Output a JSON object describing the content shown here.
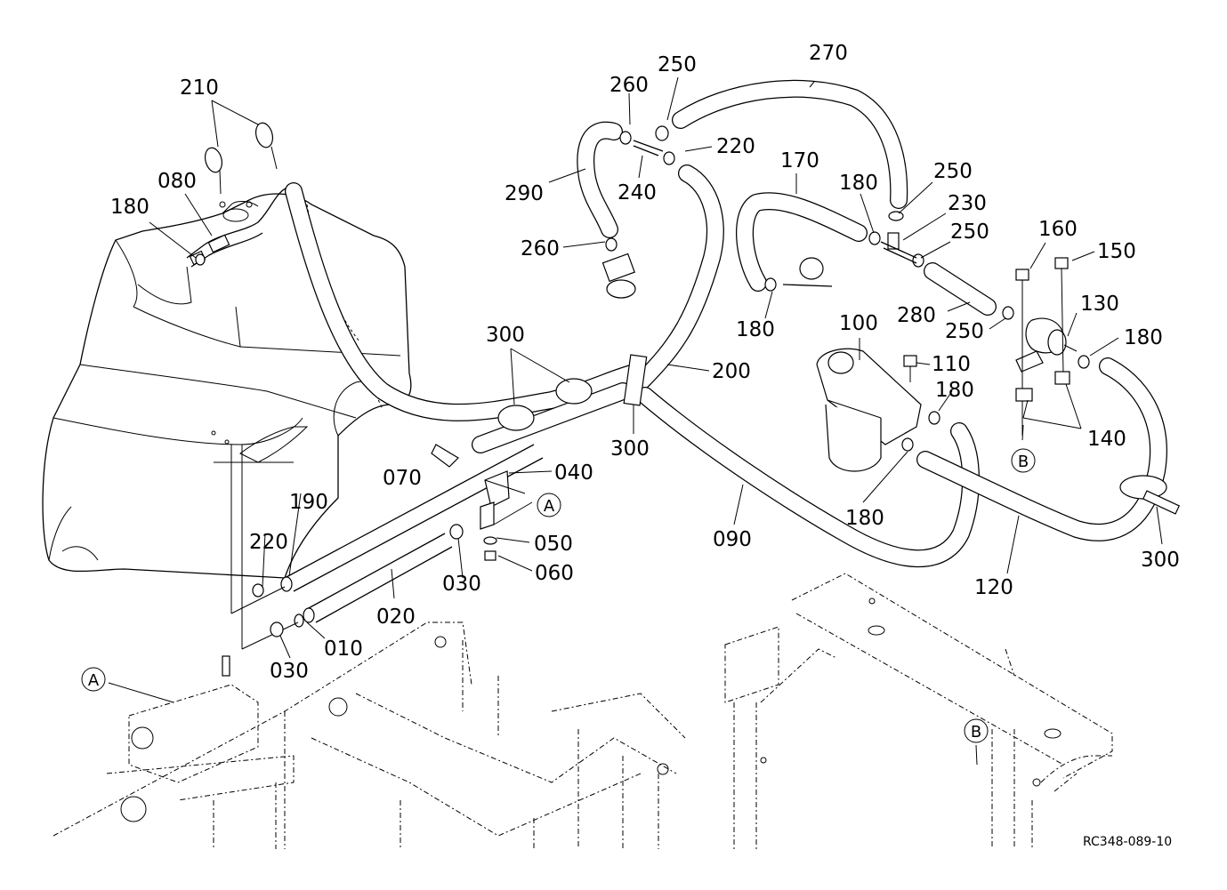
{
  "diagram": {
    "reference_code": "RC348-089-10",
    "callouts": [
      {
        "id": "c210",
        "text": "210"
      },
      {
        "id": "c080",
        "text": "080"
      },
      {
        "id": "c180a",
        "text": "180"
      },
      {
        "id": "c290",
        "text": "290"
      },
      {
        "id": "c260a",
        "text": "260"
      },
      {
        "id": "c250a",
        "text": "250"
      },
      {
        "id": "c270",
        "text": "270"
      },
      {
        "id": "c220a",
        "text": "220"
      },
      {
        "id": "c240",
        "text": "240"
      },
      {
        "id": "c260b",
        "text": "260"
      },
      {
        "id": "c170",
        "text": "170"
      },
      {
        "id": "c180b",
        "text": "180"
      },
      {
        "id": "c250b",
        "text": "250"
      },
      {
        "id": "c230",
        "text": "230"
      },
      {
        "id": "c250c",
        "text": "250"
      },
      {
        "id": "c160",
        "text": "160"
      },
      {
        "id": "c150",
        "text": "150"
      },
      {
        "id": "c180c",
        "text": "180"
      },
      {
        "id": "c280",
        "text": "280"
      },
      {
        "id": "c100",
        "text": "100"
      },
      {
        "id": "c250d",
        "text": "250"
      },
      {
        "id": "c130",
        "text": "130"
      },
      {
        "id": "c180d",
        "text": "180"
      },
      {
        "id": "c300a",
        "text": "300"
      },
      {
        "id": "c200",
        "text": "200"
      },
      {
        "id": "c110",
        "text": "110"
      },
      {
        "id": "c180e",
        "text": "180"
      },
      {
        "id": "c140",
        "text": "140"
      },
      {
        "id": "c300b",
        "text": "300"
      },
      {
        "id": "c070",
        "text": "070"
      },
      {
        "id": "c040",
        "text": "040"
      },
      {
        "id": "c180f",
        "text": "180"
      },
      {
        "id": "c190",
        "text": "190"
      },
      {
        "id": "c050",
        "text": "050"
      },
      {
        "id": "c090",
        "text": "090"
      },
      {
        "id": "c220b",
        "text": "220"
      },
      {
        "id": "c060",
        "text": "060"
      },
      {
        "id": "c030a",
        "text": "030"
      },
      {
        "id": "c120",
        "text": "120"
      },
      {
        "id": "c300c",
        "text": "300"
      },
      {
        "id": "c020",
        "text": "020"
      },
      {
        "id": "c010",
        "text": "010"
      },
      {
        "id": "c030b",
        "text": "030"
      }
    ],
    "view_markers": [
      {
        "id": "A1",
        "text": "A"
      },
      {
        "id": "A2",
        "text": "A"
      },
      {
        "id": "B1",
        "text": "B"
      },
      {
        "id": "B2",
        "text": "B"
      }
    ]
  }
}
